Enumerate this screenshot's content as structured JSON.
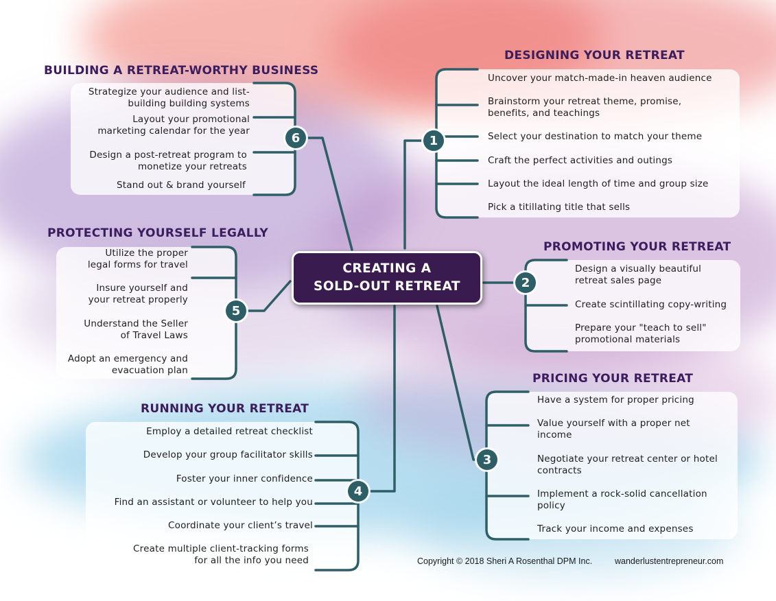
{
  "center": {
    "line1": "CREATING A",
    "line2": "SOLD-OUT RETREAT"
  },
  "branches": [
    {
      "number": "1",
      "title": "DESIGNING YOUR RETREAT",
      "items": [
        "Uncover your match-made-in heaven audience",
        "Brainstorm your retreat theme, promise,\nbenefits, and teachings",
        "Select your destination to match your theme",
        "Craft the perfect activities and outings",
        "Layout the ideal length of time and group size",
        "Pick a titillating title that sells"
      ]
    },
    {
      "number": "2",
      "title": "PROMOTING YOUR RETREAT",
      "items": [
        "Design a visually beautiful\nretreat sales page",
        "Create scintillating copy-writing",
        "Prepare your \"teach to sell\"\npromotional materials"
      ]
    },
    {
      "number": "3",
      "title": "PRICING YOUR RETREAT",
      "items": [
        "Have a system for proper pricing",
        "Value yourself with a proper net\nincome",
        "Negotiate your retreat center or hotel\ncontracts",
        "Implement a rock-solid cancellation\npolicy",
        "Track your income and expenses"
      ]
    },
    {
      "number": "4",
      "title": "RUNNING YOUR RETREAT",
      "items": [
        "Employ a detailed retreat checklist",
        "Develop your group facilitator skills",
        "Foster your inner confidence",
        "Find an assistant or volunteer to help you",
        "Coordinate your client’s travel",
        "Create multiple client-tracking forms\nfor all the info you need"
      ]
    },
    {
      "number": "5",
      "title": "PROTECTING YOURSELF LEGALLY",
      "items": [
        "Utilize the proper\nlegal forms for travel",
        "Insure yourself and\nyour retreat properly",
        "Understand the Seller\nof Travel Laws",
        "Adopt an emergency and\nevacuation plan"
      ]
    },
    {
      "number": "6",
      "title": "BUILDING A RETREAT-WORTHY BUSINESS",
      "items": [
        "Strategize your audience and list-\nbuilding building systems",
        "Layout your promotional\nmarketing calendar for the year",
        "Design a post-retreat program to\nmonetize your retreats",
        "Stand out & brand yourself"
      ]
    }
  ],
  "footer": {
    "copyright": "Copyright © 2018  Sheri A Rosenthal DPM Inc.",
    "website": "wanderlustentrepreneur.com"
  },
  "colors": {
    "connector": "#2e5e66",
    "center_bg": "#3a1b4f",
    "title": "#3b1d5e"
  }
}
